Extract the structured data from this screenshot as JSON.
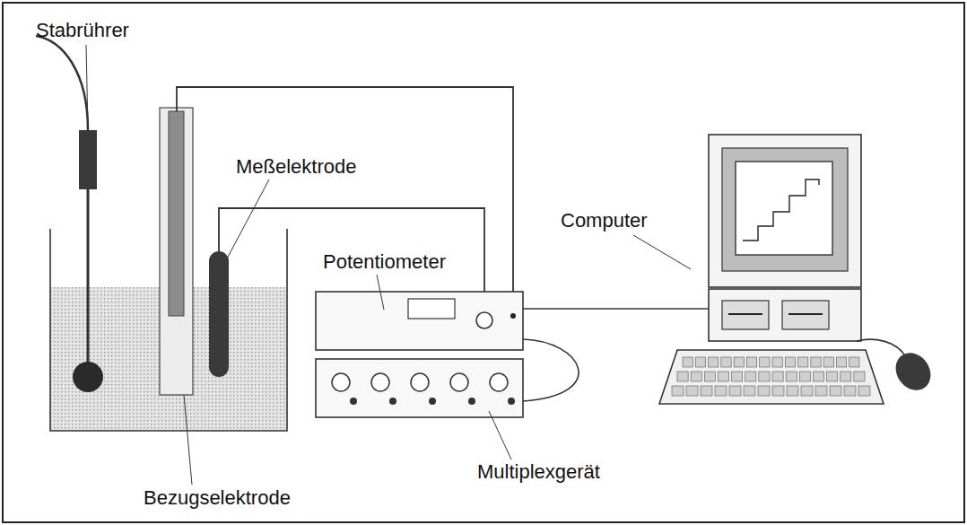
{
  "diagram": {
    "labels": [
      "Stabrührer",
      "Meßelektrode",
      "Potentiometer",
      "Computer",
      "Multiplexgerät",
      "Bezugselektrode"
    ]
  }
}
